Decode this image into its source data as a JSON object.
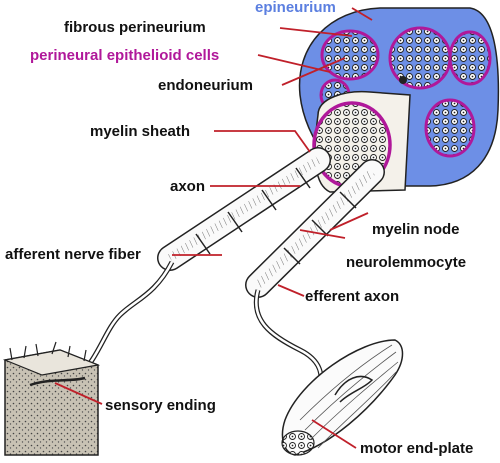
{
  "labels": {
    "epineurium": "epineurium",
    "fibrous_perineurium": "fibrous perineurium",
    "perineural_epithelioid_cells": "perineural epithelioid cells",
    "endoneurium": "endoneurium",
    "myelin_sheath": "myelin sheath",
    "axon": "axon",
    "myelin_node": "myelin node",
    "afferent_nerve_fiber": "afferent nerve fiber",
    "neurolemmocyte": "neurolemmocyte",
    "efferent_axon": "efferent axon",
    "sensory_ending": "sensory ending",
    "motor_end_plate": "motor end-plate"
  },
  "colors": {
    "epineurium": "#5b7fe0",
    "perineurium_epithelioid": "#b0189a",
    "leader": "#c0202a",
    "text": "#111111"
  }
}
